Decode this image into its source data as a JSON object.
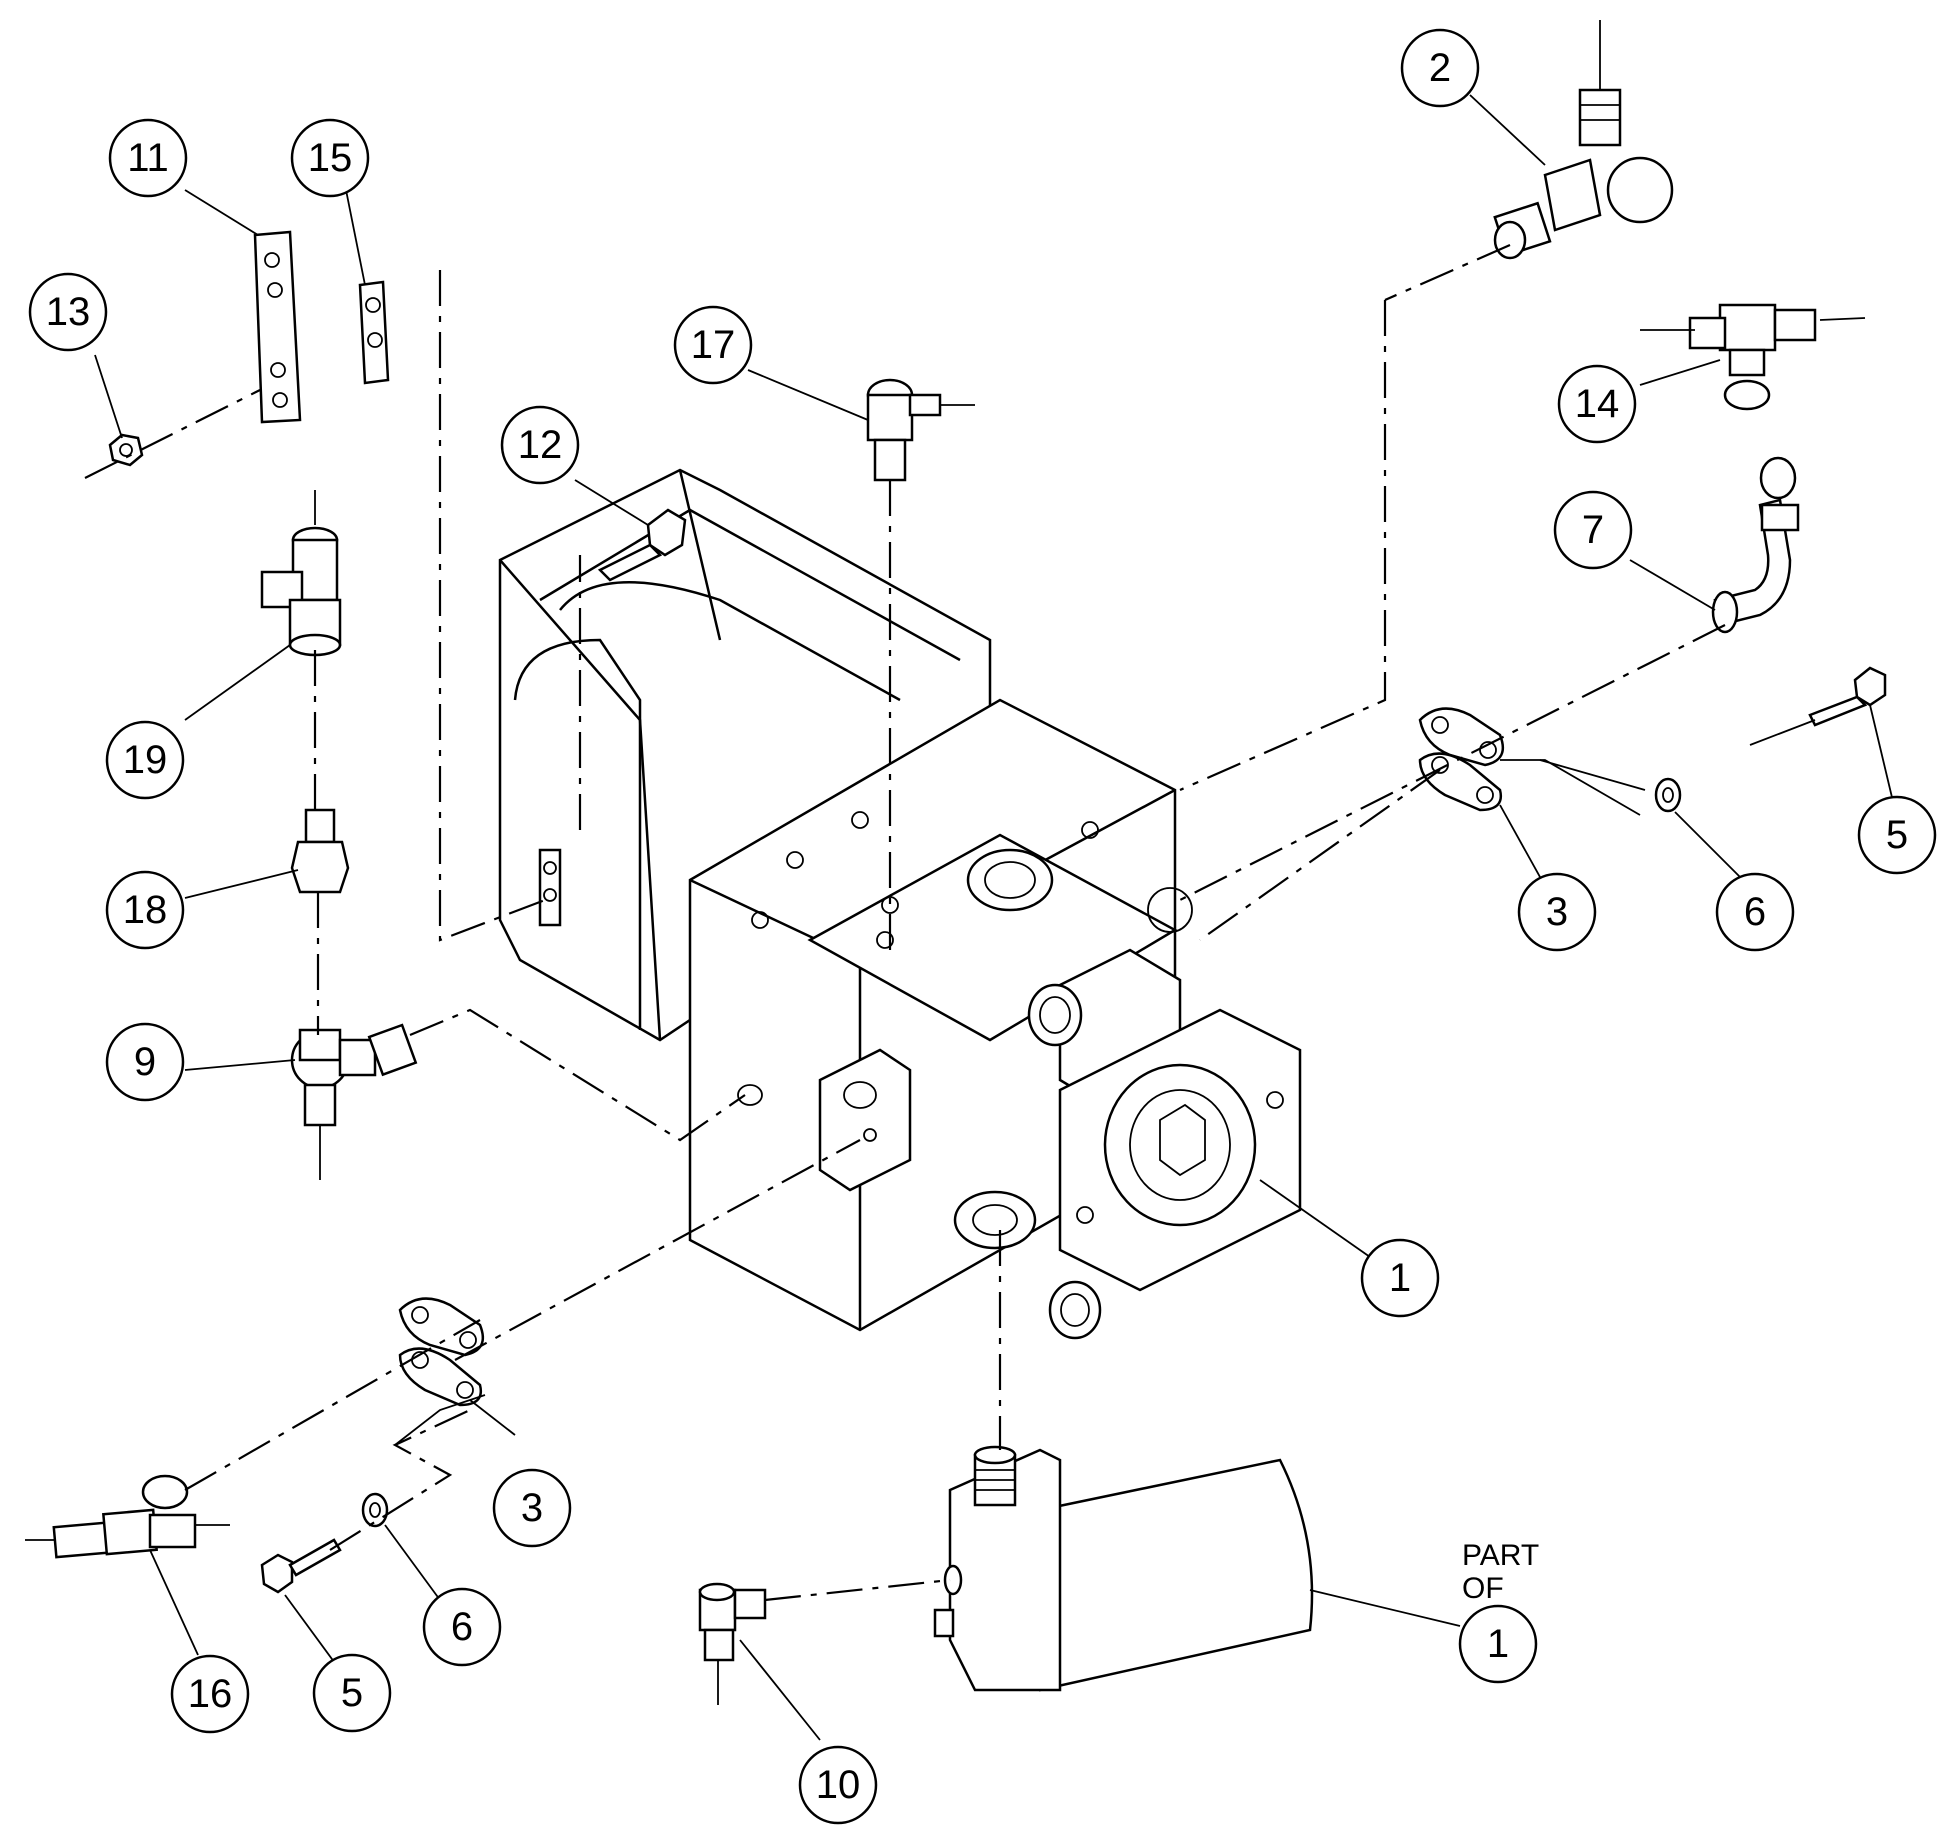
{
  "diagram": {
    "callouts": [
      {
        "id": "c1-main",
        "label": "1"
      },
      {
        "id": "c1-filter",
        "label": "1"
      },
      {
        "id": "c2",
        "label": "2"
      },
      {
        "id": "c3-right",
        "label": "3"
      },
      {
        "id": "c3-left",
        "label": "3"
      },
      {
        "id": "c5-right",
        "label": "5"
      },
      {
        "id": "c5-left",
        "label": "5"
      },
      {
        "id": "c6-right",
        "label": "6"
      },
      {
        "id": "c6-left",
        "label": "6"
      },
      {
        "id": "c7",
        "label": "7"
      },
      {
        "id": "c9",
        "label": "9"
      },
      {
        "id": "c10",
        "label": "10"
      },
      {
        "id": "c11",
        "label": "11"
      },
      {
        "id": "c12",
        "label": "12"
      },
      {
        "id": "c13",
        "label": "13"
      },
      {
        "id": "c14",
        "label": "14"
      },
      {
        "id": "c15",
        "label": "15"
      },
      {
        "id": "c16",
        "label": "16"
      },
      {
        "id": "c17",
        "label": "17"
      },
      {
        "id": "c18",
        "label": "18"
      },
      {
        "id": "c19",
        "label": "19"
      }
    ],
    "note": {
      "line1": "PART",
      "line2": "OF"
    }
  }
}
